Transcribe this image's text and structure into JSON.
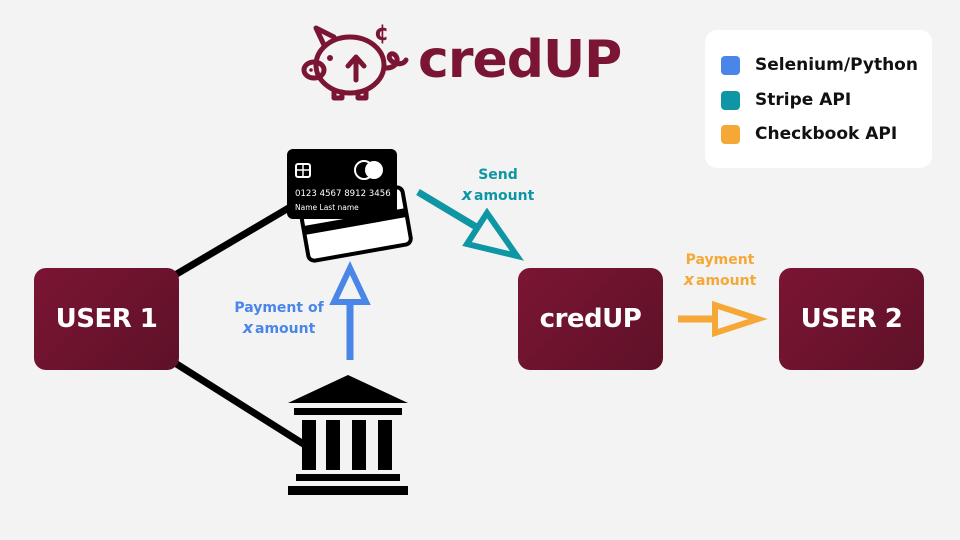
{
  "brand": {
    "name": "credUP",
    "color": "#7b1534"
  },
  "legend": {
    "items": [
      {
        "label": "Selenium/Python",
        "color": "#4a86e8"
      },
      {
        "label": "Stripe API",
        "color": "#0e96a5"
      },
      {
        "label": "Checkbook API",
        "color": "#f6a836"
      }
    ]
  },
  "nodes": {
    "user1": "USER 1",
    "credup": "credUP",
    "user2": "USER 2"
  },
  "card": {
    "number": "0123 4567 8912 3456",
    "name": "Name Last name"
  },
  "edges": {
    "payment_to_card": {
      "line1": "Payment of",
      "var": "x",
      "line2": "amount",
      "color": "#4a86e8"
    },
    "card_to_credup": {
      "line1": "Send",
      "var": "x",
      "line2": "amount",
      "color": "#0e96a5"
    },
    "credup_to_user2": {
      "line1": "Payment",
      "var": "x",
      "line2": "amount",
      "color": "#f6a836"
    }
  }
}
